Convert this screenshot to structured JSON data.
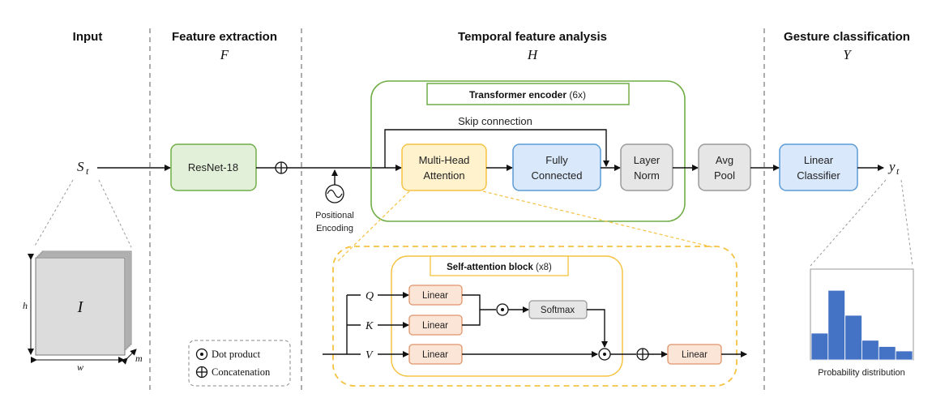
{
  "columns": {
    "input": {
      "title": "Input"
    },
    "feature": {
      "title": "Feature extraction",
      "symbol": "F"
    },
    "temporal": {
      "title": "Temporal feature analysis",
      "symbol": "H"
    },
    "gesture": {
      "title": "Gesture classification",
      "symbol": "Y"
    }
  },
  "input": {
    "st": "S",
    "st_sub": "t",
    "image_label": "I",
    "dim_h": "h",
    "dim_w": "w",
    "dim_m": "m"
  },
  "blocks": {
    "resnet": "ResNet-18",
    "mha_line1": "Multi-Head",
    "mha_line2": "Attention",
    "fc_line1": "Fully",
    "fc_line2": "Connected",
    "ln_line1": "Layer",
    "ln_line2": "Norm",
    "pool_line1": "Avg",
    "pool_line2": "Pool",
    "cls_line1": "Linear",
    "cls_line2": "Classifier"
  },
  "encoder": {
    "title_bold": "Transformer encoder",
    "title_rest": " (6x)",
    "skip": "Skip connection"
  },
  "positional": {
    "line1": "Positional",
    "line2": "Encoding"
  },
  "attention": {
    "title_bold": "Self-attention block",
    "title_rest": " (x8)",
    "q": "Q",
    "k": "K",
    "v": "V",
    "linear_q": "Linear",
    "linear_k": "Linear",
    "linear_v": "Linear",
    "softmax": "Softmax",
    "linear_out": "Linear"
  },
  "legend": {
    "dot": "Dot product",
    "concat": "Concatenation"
  },
  "output": {
    "yt": "y",
    "yt_sub": "t",
    "prob_label": "Probability distribution"
  },
  "histogram": {
    "values": [
      0.3,
      0.78,
      0.5,
      0.22,
      0.15,
      0.1
    ],
    "color": "#4472c4"
  },
  "colors": {
    "green_fill": "#e2f0d9",
    "green_stroke": "#70ad47",
    "yellow_fill": "#fff2cc",
    "yellow_stroke": "#f5c242",
    "blue_fill": "#dae8fc",
    "blue_stroke": "#5b9bd5",
    "gray_fill": "#e7e6e6",
    "gray_stroke": "#9a9a9a",
    "orange_fill": "#fbe5d6",
    "orange_stroke": "#e0956a"
  }
}
